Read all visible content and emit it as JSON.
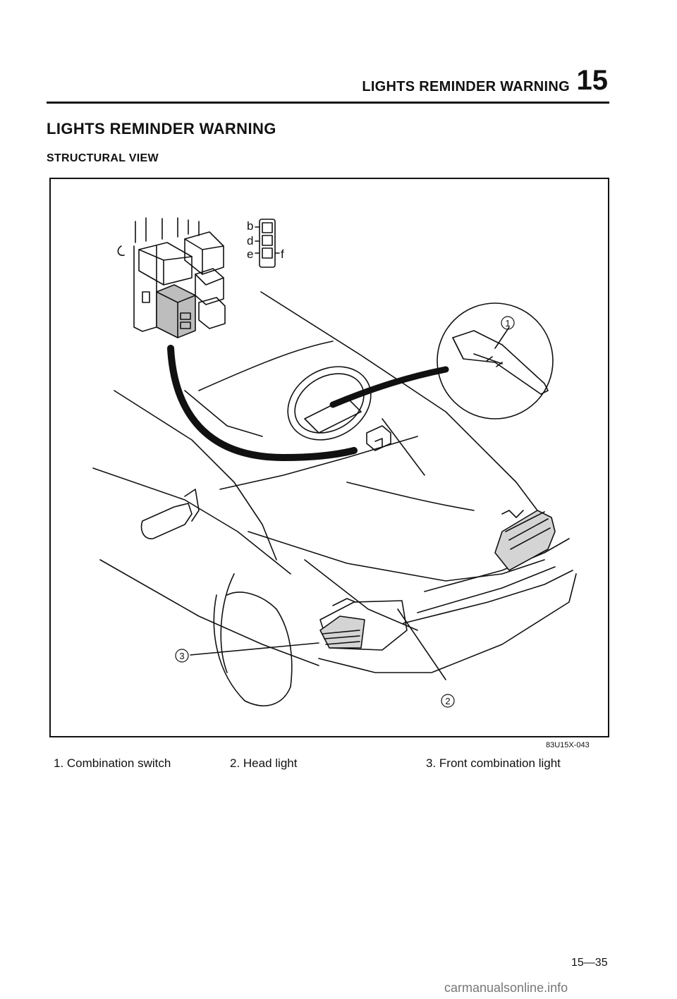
{
  "header": {
    "title": "LIGHTS REMINDER WARNING",
    "chapter": "15"
  },
  "section": {
    "title": "LIGHTS REMINDER WARNING",
    "subtitle": "STRUCTURAL VIEW"
  },
  "figure": {
    "code": "83U15X-043",
    "callouts": [
      "1",
      "2",
      "3"
    ],
    "connector_letters": [
      "b",
      "d",
      "e",
      "f"
    ]
  },
  "legend": [
    "1. Combination switch",
    "2. Head light",
    "3. Front combination light"
  ],
  "footer": {
    "page_number": "15—35",
    "watermark": "carmanualsonline.info"
  }
}
